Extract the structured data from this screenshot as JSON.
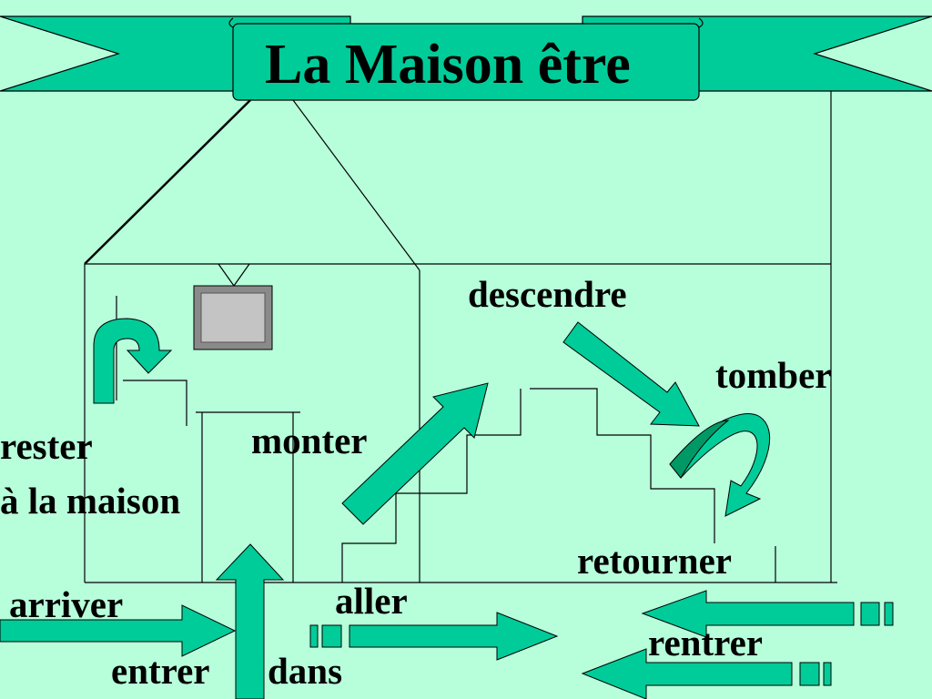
{
  "title": "La Maison être",
  "labels": {
    "descendre": "descendre",
    "tomber": "tomber",
    "monter": "monter",
    "rester_line1": "rester",
    "rester_line2": "à la maison",
    "retourner": "retourner",
    "arriver": "arriver",
    "aller": "aller",
    "rentrer": "rentrer",
    "entrer": "entrer",
    "dans": "dans"
  },
  "colors": {
    "background": "#b7ffdb",
    "arrow_fill": "#00cc99",
    "arrow_dark": "#009966",
    "line": "#000000",
    "tv_gray": "#b0b0b0"
  }
}
